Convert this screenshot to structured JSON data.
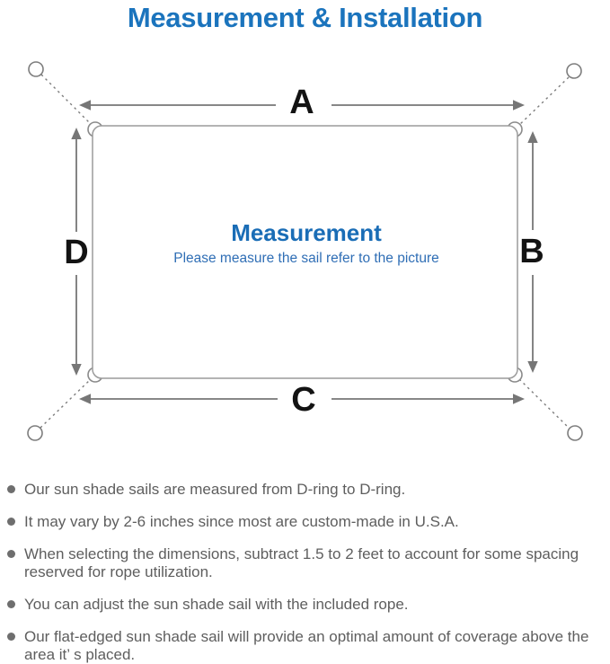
{
  "title": "Measurement & Installation",
  "diagram": {
    "center_title": "Measurement",
    "center_subtitle": "Please measure the sail refer to the picture",
    "dimension_labels": {
      "top": "A",
      "right": "B",
      "bottom": "C",
      "left": "D"
    }
  },
  "notes": [
    "Our sun shade sails are measured from D-ring to D-ring.",
    "It may vary by 2-6 inches since most are custom-made in U.S.A.",
    "When selecting the dimensions, subtract 1.5 to 2 feet to account for some spacing reserved for rope utilization.",
    "You can adjust the sun shade sail with the included rope.",
    "Our flat-edged sun shade sail will provide an optimal amount of coverage above the area it’ s placed."
  ],
  "colors": {
    "title_blue": "#1b74bd",
    "center_heading_blue": "#1a6db6",
    "center_subtitle_blue": "#2f6eb5",
    "diagram_line_gray": "#787878",
    "sail_outline_gray": "#9b9b9b",
    "dimension_label_black": "#131313",
    "note_text_gray": "#5e5e5e",
    "bullet_dot_gray": "#6e6e6e"
  }
}
